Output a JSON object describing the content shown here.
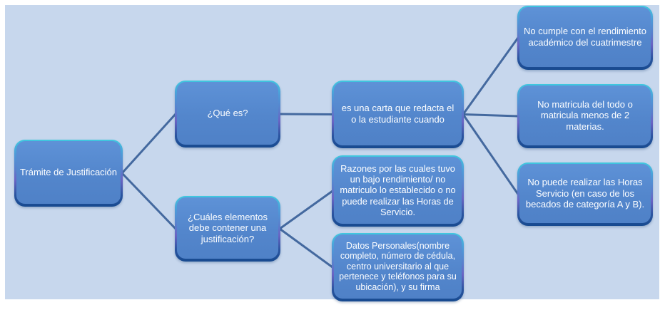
{
  "diagram_title": "Trámite de Justificación",
  "colors": {
    "page_bg": "#FFFFFF",
    "canvas_bg": "#C7D7ED",
    "node_fill": "#5488CD",
    "node_border_top": "#3FC8DF",
    "node_border_mid": "#6A64C4",
    "node_border_bottom": "#174A90",
    "connector": "#44699F",
    "text": "#FDFEFF"
  },
  "nodes": {
    "root": {
      "label": "Trámite de Justificación"
    },
    "que_es": {
      "label": "¿Qué es?"
    },
    "cuales": {
      "label": "¿Cuáles elementos debe contener una justificación?"
    },
    "carta": {
      "label": "es una carta que redacta el o la estudiante cuando"
    },
    "razones": {
      "label": "Razones por las cuales tuvo un bajo rendimiento/ no matriculo lo establecido o no puede realizar las Horas de Servicio."
    },
    "datos": {
      "label": "Datos Personales(nombre completo, número de cédula, centro universitario al que pertenece y teléfonos para su ubicación), y su firma"
    },
    "no_cumple": {
      "label": "No cumple con el rendimiento académico del cuatrimestre"
    },
    "no_matricula": {
      "label": "No matricula del todo o matricula menos de 2 materias."
    },
    "no_horas": {
      "label": "No puede realizar las Horas Servicio (en caso de los becados de categoría A y B)."
    }
  },
  "edges": [
    [
      "root",
      "que_es"
    ],
    [
      "root",
      "cuales"
    ],
    [
      "que_es",
      "carta"
    ],
    [
      "carta",
      "no_cumple"
    ],
    [
      "carta",
      "no_matricula"
    ],
    [
      "carta",
      "no_horas"
    ],
    [
      "cuales",
      "razones"
    ],
    [
      "cuales",
      "datos"
    ]
  ]
}
